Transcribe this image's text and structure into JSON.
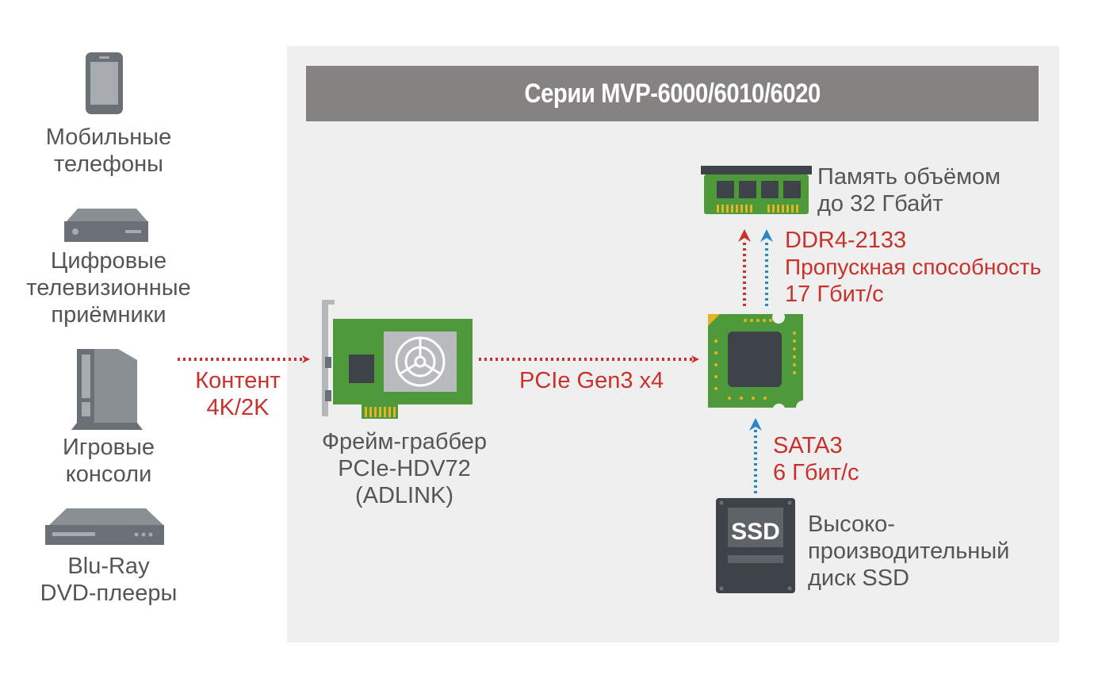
{
  "title": "Серии MVP-6000/6010/6020",
  "sources": {
    "phone": [
      "Мобильные",
      "телефоны"
    ],
    "settop": [
      "Цифровые",
      "телевизионные",
      "приёмники"
    ],
    "console": [
      "Игровые",
      "консоли"
    ],
    "bluray": [
      "Blu-Ray",
      "DVD-плееры"
    ]
  },
  "content_link": [
    "Контент",
    "4K/2K"
  ],
  "grabber": [
    "Фрейм-граббер",
    "PCIe-HDV72",
    "(ADLINK)"
  ],
  "pcie_link": "PCIe Gen3 x4",
  "memory": [
    "Память объёмом",
    "до 32 Гбайт"
  ],
  "ddr_link": [
    "DDR4-2133",
    "Пропускная способность",
    "17 Гбит/с"
  ],
  "sata_link": [
    "SATA3",
    "6 Гбит/с"
  ],
  "ssd_label": "SSD",
  "ssd": [
    "Высоко-",
    "производительный",
    "диск SSD"
  ],
  "colors": {
    "panel": "#efefef",
    "title_bar": "#858281",
    "red_link": "#c9312c",
    "blue_link": "#2b86c8",
    "board_green": "#4e9a3a",
    "device_gray": "#6b7077"
  }
}
